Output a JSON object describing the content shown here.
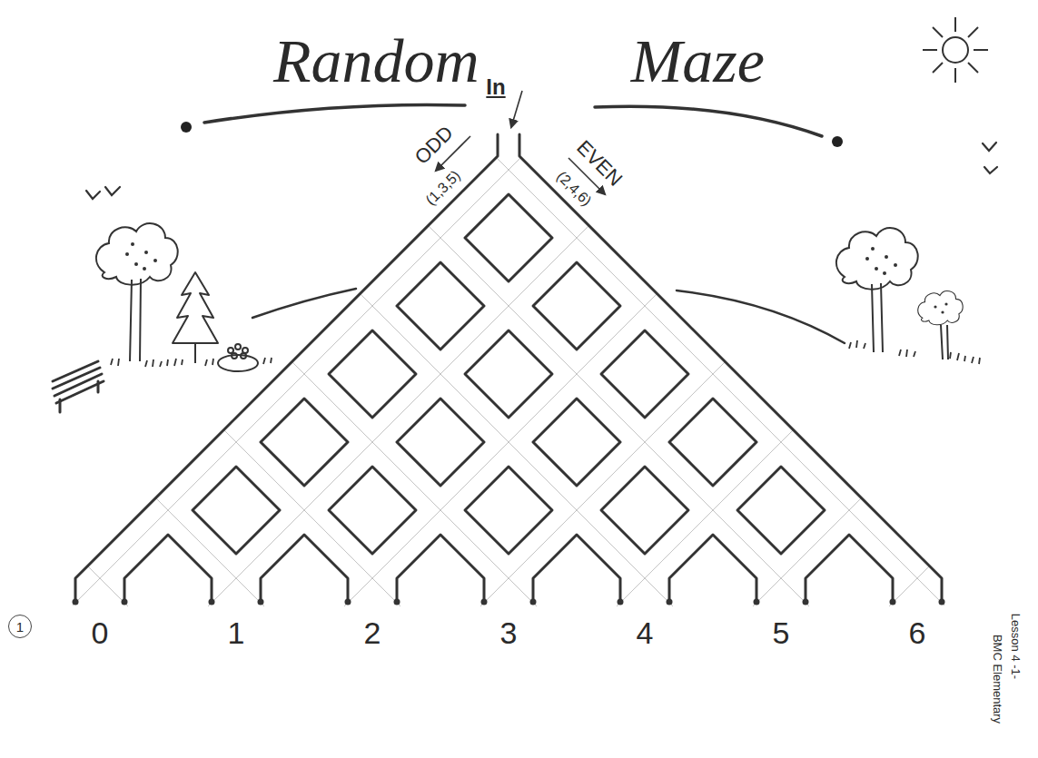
{
  "diagram": {
    "title": "Random Maze",
    "nodes": [
      {
        "text": [
          "1"
        ]
      }
    ],
    "labels": [
      "In",
      "ODD",
      "(1,3,5)",
      "EVEN",
      "(2,4,6)",
      "0",
      "1",
      "2",
      "3",
      "4",
      "5",
      "6",
      "Lesson 4 -1-",
      "BMC Elementary"
    ]
  }
}
